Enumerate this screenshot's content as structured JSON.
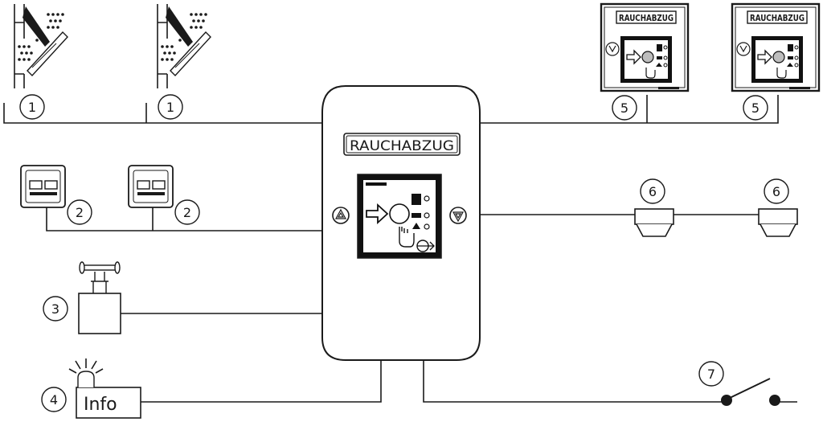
{
  "central_unit": {
    "label": "RAUCHABZUG"
  },
  "remote_panels": [
    {
      "label": "RAUCHABZUG",
      "callout": "5"
    },
    {
      "label": "RAUCHABZUG",
      "callout": "5"
    }
  ],
  "windows": [
    {
      "callout": "1"
    },
    {
      "callout": "1"
    }
  ],
  "wall_switches": [
    {
      "callout": "2"
    },
    {
      "callout": "2"
    }
  ],
  "manual_handle": {
    "callout": "3"
  },
  "info_alarm": {
    "label": "Info",
    "callout": "4"
  },
  "smoke_detectors": [
    {
      "callout": "6"
    },
    {
      "callout": "6"
    }
  ],
  "contact_switch": {
    "callout": "7"
  },
  "colors": {
    "line": "#1a1a1a",
    "panel_screen": "#111111",
    "unit_fill": "#ffffff",
    "led_fill": "#bdbdbd"
  }
}
